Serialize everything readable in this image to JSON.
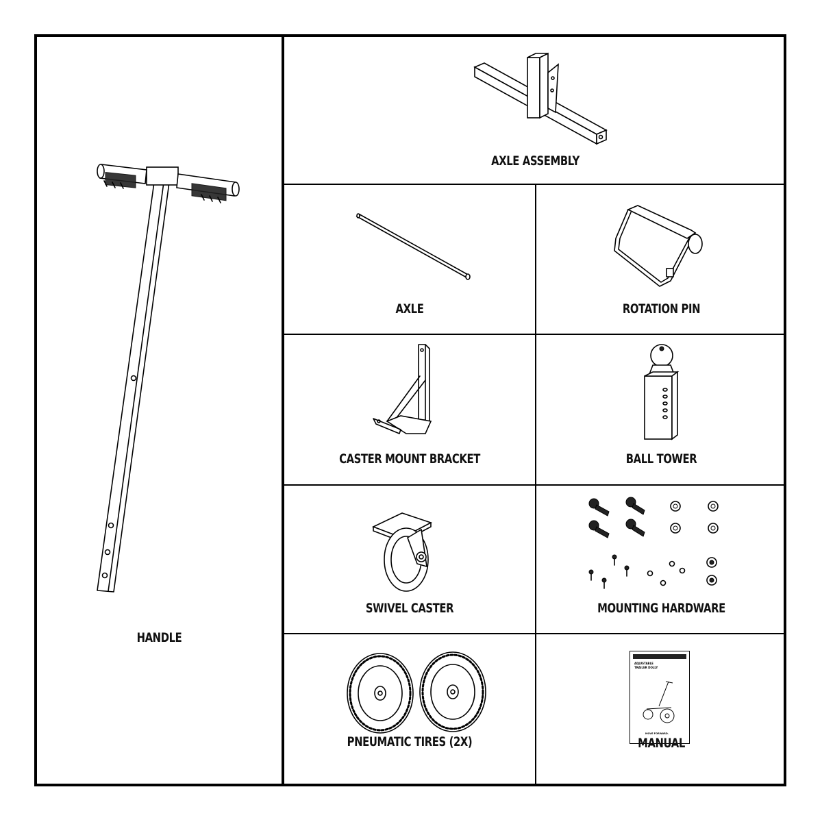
{
  "parts": {
    "handle": "HANDLE",
    "axle_assembly": "AXLE ASSEMBLY",
    "axle": "AXLE",
    "rotation_pin": "ROTATION PIN",
    "caster_mount_bracket": "CASTER MOUNT BRACKET",
    "ball_tower": "BALL TOWER",
    "swivel_caster": "SWIVEL CASTER",
    "mounting_hardware": "MOUNTING HARDWARE",
    "pneumatic_tires": "PNEUMATIC TIRES (2X)",
    "manual": "MANUAL"
  },
  "manual_cover": {
    "title_line1": "ADJUSTABLE",
    "title_line2": "TRAILER DOLLY",
    "footer": "MOVE FORWARD."
  }
}
